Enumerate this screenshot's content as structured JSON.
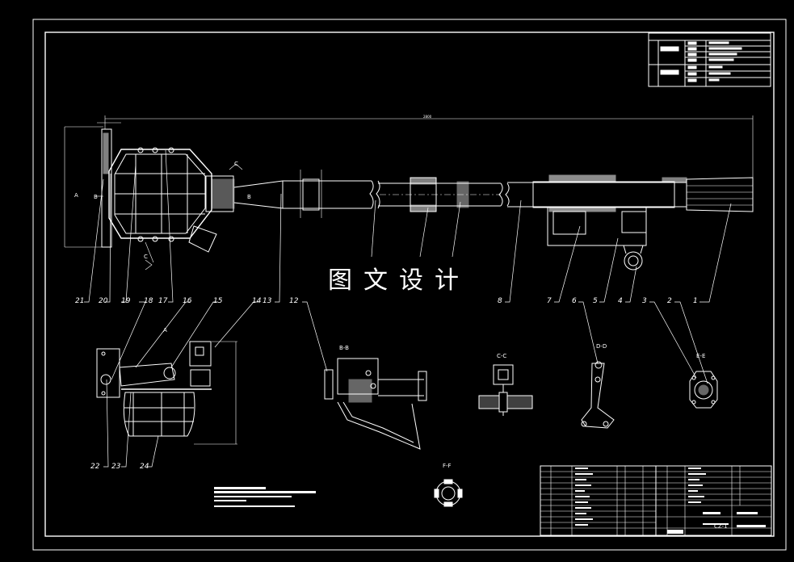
{
  "watermark": "图文设计",
  "part_numbers": [
    "1",
    "2",
    "3",
    "4",
    "5",
    "6",
    "7",
    "8",
    "12",
    "13",
    "14",
    "15",
    "16",
    "17",
    "18",
    "19",
    "20",
    "21",
    "22",
    "23",
    "24"
  ],
  "section_labels": {
    "a": "A",
    "b": "B",
    "c": "C",
    "bb": "B-B",
    "cc": "C-C",
    "dd": "D-D",
    "ee": "E-E",
    "ff": "F-F"
  },
  "title_block": {
    "sheet": "CZ-1"
  },
  "dimensions": {
    "overall": "2800"
  },
  "colors": {
    "background": "#000000",
    "lines": "#ffffff"
  }
}
